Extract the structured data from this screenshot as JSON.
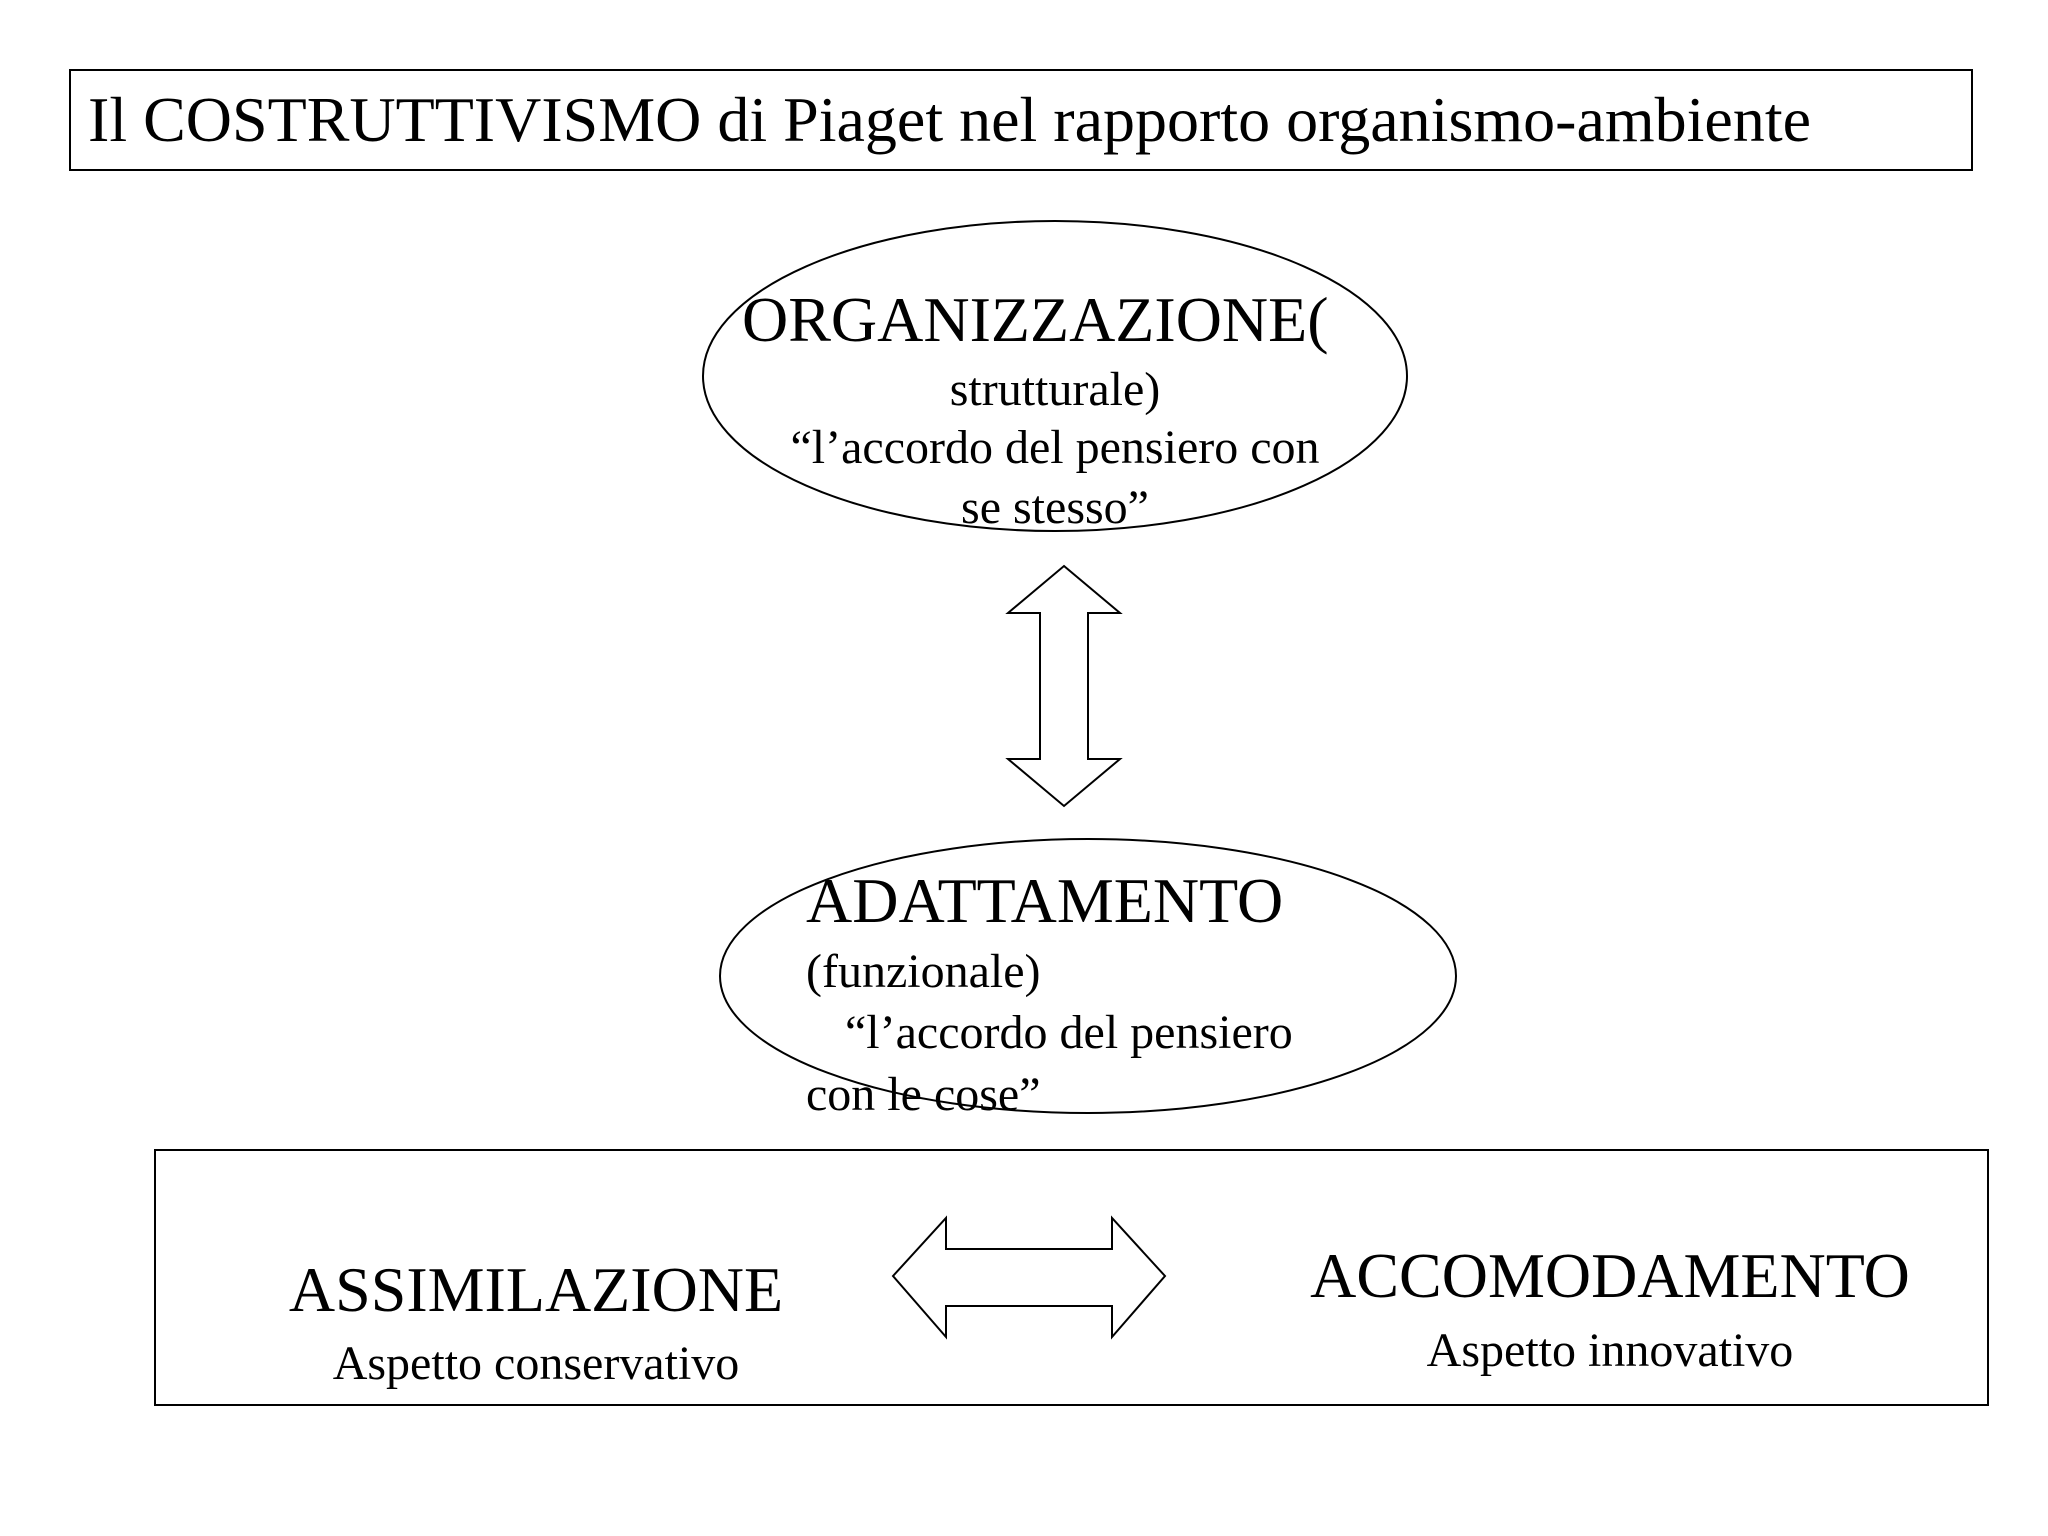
{
  "title": "Il COSTRUTTIVISMO di Piaget nel rapporto organismo-ambiente",
  "organizzazione": {
    "heading": "ORGANIZZAZIONE(",
    "line2": "strutturale)",
    "line3": "“l’accordo del pensiero con",
    "line4": "se stesso”"
  },
  "adattamento": {
    "heading": "ADATTAMENTO",
    "line2": "(funzionale)",
    "line3": "“l’accordo del pensiero",
    "line4": "con le cose”"
  },
  "assimilazione": {
    "heading": "ASSIMILAZIONE",
    "sub": "Aspetto conservativo"
  },
  "accomodamento": {
    "heading": "ACCOMODAMENTO",
    "sub": "Aspetto innovativo"
  }
}
